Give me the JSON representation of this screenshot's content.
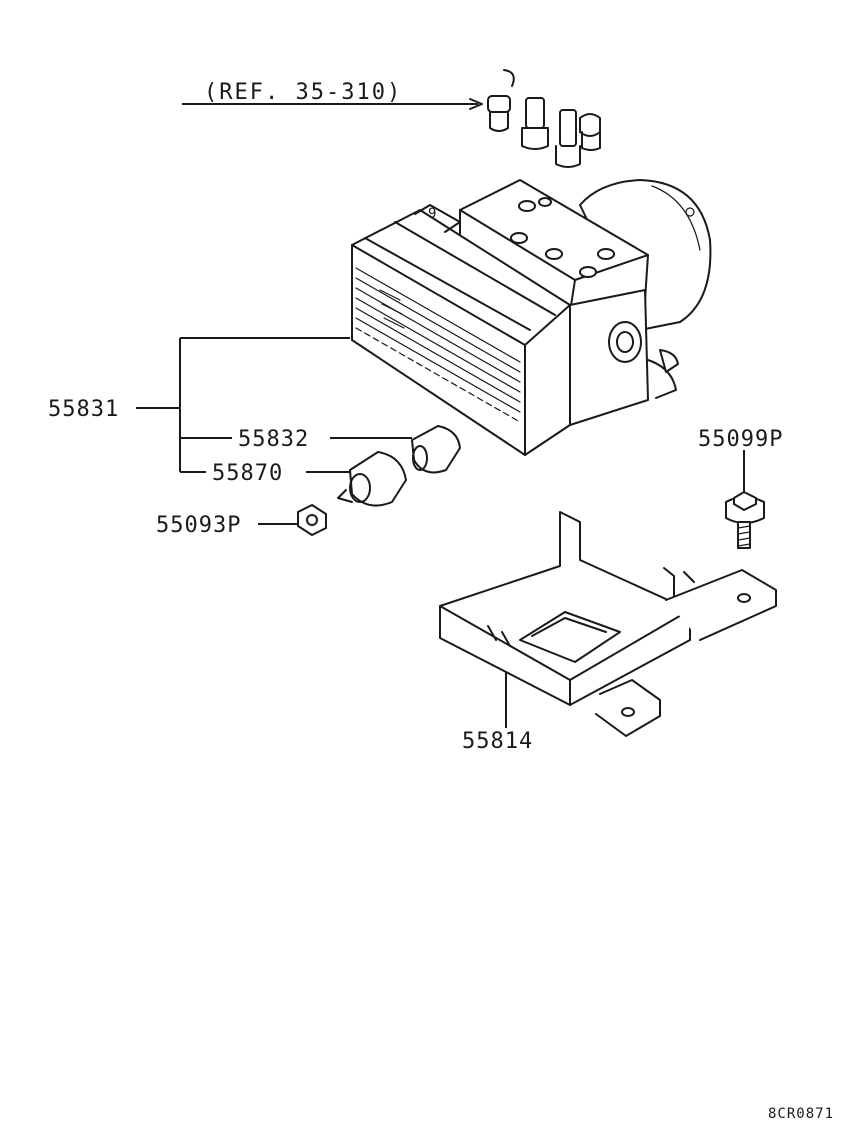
{
  "reference": {
    "text": "(REF. 35-310)"
  },
  "parts": [
    {
      "id": "abs-unit",
      "number": "55831"
    },
    {
      "id": "ecu-connector",
      "number": "55832"
    },
    {
      "id": "bracket-bushing",
      "number": "55870"
    },
    {
      "id": "nut",
      "number": "55093P"
    },
    {
      "id": "bolt",
      "number": "55099P"
    },
    {
      "id": "mounting-bracket",
      "number": "55814"
    }
  ],
  "diagram_code": "8CR0871"
}
